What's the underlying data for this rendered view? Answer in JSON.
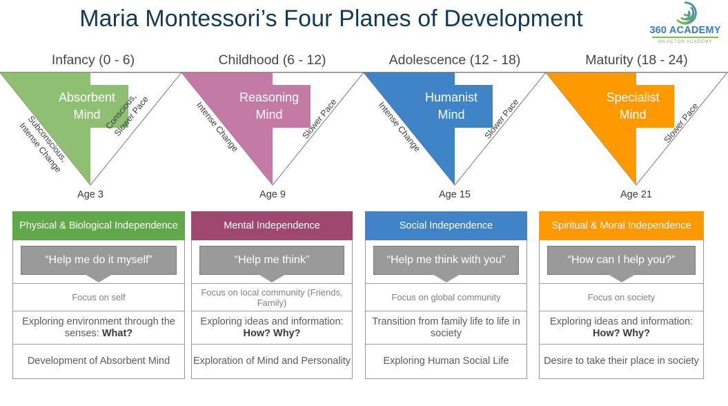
{
  "title": "Maria Montessori’s Four Planes of Development",
  "logo": {
    "mark": "spiral-icon",
    "name": "360 ACADEMY",
    "tagline": "AN ACTON ACADEMY"
  },
  "colors": {
    "title": "#123a56",
    "triangle_green": "#8fbf72",
    "triangle_pink": "#c37ba5",
    "triangle_blue": "#3e84c6",
    "triangle_orange": "#ff9900",
    "head_green": "#61a84a",
    "head_pink": "#a04770",
    "head_blue": "#3e84c6",
    "head_orange": "#ff9900",
    "bubble_gray": "#9a9a9a",
    "outline": "#999999"
  },
  "planes": [
    {
      "header": "Infancy (0 - 6)",
      "mind": "Absorbent Mind",
      "left_label": "Subconscious,\nIntense Change",
      "right_label": "Conscious,\nSlower Pace",
      "age": "Age 3",
      "fill": "#8fbf72"
    },
    {
      "header": "Childhood (6 - 12)",
      "mind": "Reasoning Mind",
      "left_label": "Intense Change",
      "right_label": "Slower Pace",
      "age": "Age 9",
      "fill": "#c37ba5"
    },
    {
      "header": "Adolescence (12 - 18)",
      "mind": "Humanist Mind",
      "left_label": "Intense Change",
      "right_label": "Slower Pace",
      "age": "Age 15",
      "fill": "#3e84c6"
    },
    {
      "header": "Maturity (18 - 24)",
      "mind": "Specialist Mind",
      "left_label": "",
      "right_label": "Slower Pace",
      "age": "Age 21",
      "fill": "#ff9900"
    }
  ],
  "cards": [
    {
      "head": "Physical & Biological Independence",
      "head_color": "#61a84a",
      "quote": "“Help me do it myself”",
      "focus": "Focus on self",
      "explore_plain": "Exploring environment through the senses: ",
      "explore_bold": "What?",
      "development": "Development of Absorbent Mind"
    },
    {
      "head": "Mental Independence",
      "head_color": "#a04770",
      "quote": "“Help me think”",
      "focus": "Focus on local community (Friends, Family)",
      "explore_plain": "Exploring ideas and information: ",
      "explore_bold": "How? Why?",
      "development": "Exploration of Mind and Personality"
    },
    {
      "head": "Social Independence",
      "head_color": "#3e84c6",
      "quote": "“Help me think with you”",
      "focus": "Focus on global community",
      "explore_plain": "Transition from family life to life in society",
      "explore_bold": "",
      "development": "Exploring Human Social Life"
    },
    {
      "head": "Spiritual & Moral Independence",
      "head_color": "#ff9900",
      "quote": "“How can I help you?”",
      "focus": "Focus on society",
      "explore_plain": "Exploring ideas and information: ",
      "explore_bold": "How? Why?",
      "development": "Desire to take their place in society"
    }
  ]
}
